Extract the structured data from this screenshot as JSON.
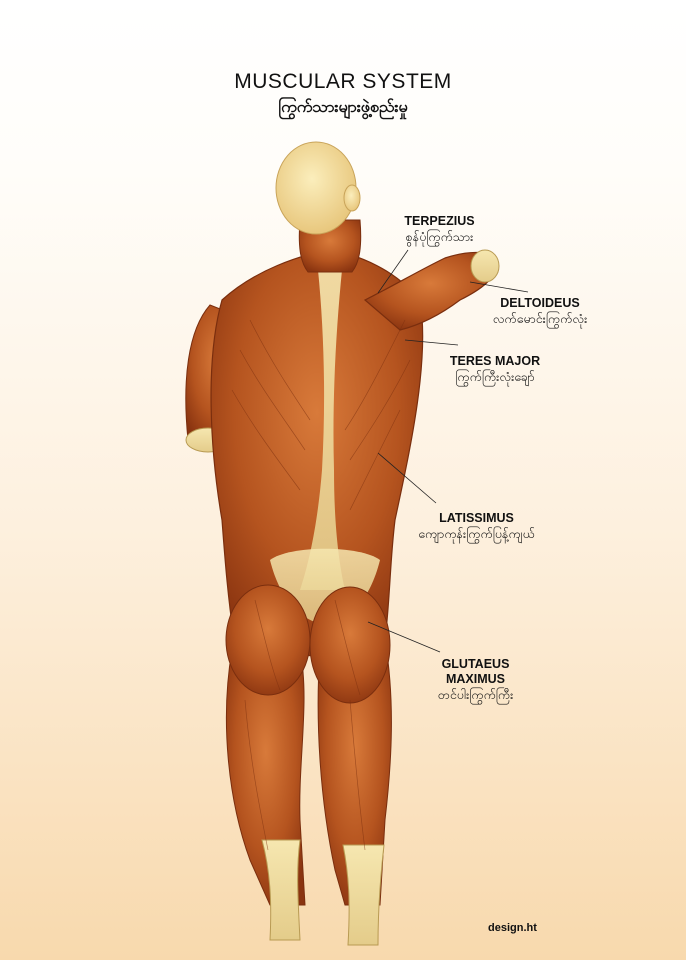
{
  "title": "MUSCULAR SYSTEM",
  "subtitle": "ကြွက်သားများဖွဲ့စည်းမှု",
  "labels": [
    {
      "id": "trapezius",
      "en": "TERPEZIUS",
      "my": "စွန်ပုံကြွက်သား"
    },
    {
      "id": "deltoideus",
      "en": "DELTOIDEUS",
      "my": "လက်မောင်းကြွက်လုံး"
    },
    {
      "id": "teres-major",
      "en": "TERES MAJOR",
      "my": "ကြွက်ကြီးလုံးချော်"
    },
    {
      "id": "latissimus",
      "en": "LATISSIMUS",
      "my": "ကျောကုန်းကြွက်ပြန့်ကျယ်"
    },
    {
      "id": "glutaeus-maximus",
      "en": "GLUTAEUS MAXIMUS",
      "my": "တင်ပါးကြွက်ကြီး"
    }
  ],
  "credit": "design.ht"
}
